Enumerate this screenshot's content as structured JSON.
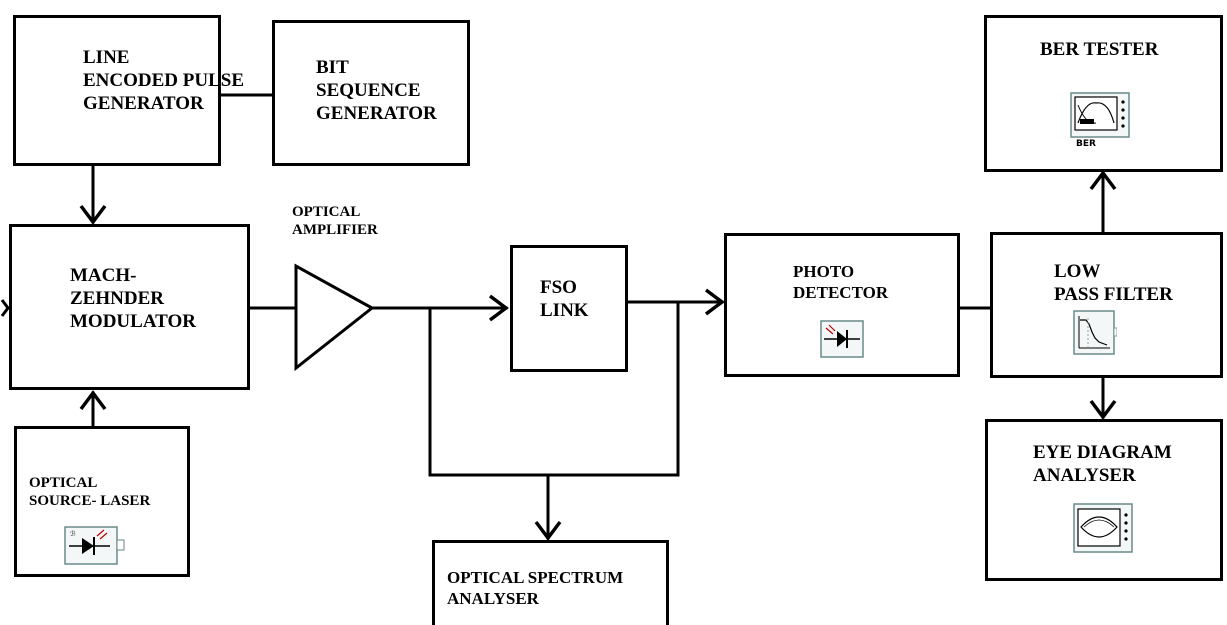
{
  "blocks": {
    "line_encoded_pulse_generator": "LINE\nENCODED PULSE\nGENERATOR",
    "bit_sequence_generator": "BIT\nSEQUENCE\nGENERATOR",
    "mach_zehnder_modulator": "MACH-\nZEHNDER\nMODULATOR",
    "optical_source_laser": "OPTICAL\nSOURCE- LASER",
    "optical_amplifier": "OPTICAL\nAMPLIFIER",
    "fso_link": "FSO\nLINK",
    "photo_detector": "PHOTO\nDETECTOR",
    "optical_spectrum_analyser": "OPTICAL SPECTRUM\nANALYSER",
    "low_pass_filter": "LOW\nPASS FILTER",
    "ber_tester": "BER TESTER",
    "eye_diagram_analyser": "EYE DIAGRAM\nANALYSER"
  },
  "icon_labels": {
    "ber_icon_caption": "BER"
  },
  "icons": {
    "laser": "laser-diode-icon",
    "photodetector": "photodiode-icon",
    "low_pass_filter": "filter-response-icon",
    "ber_tester": "ber-analyzer-icon",
    "eye_diagram": "eye-diagram-analyzer-icon"
  }
}
